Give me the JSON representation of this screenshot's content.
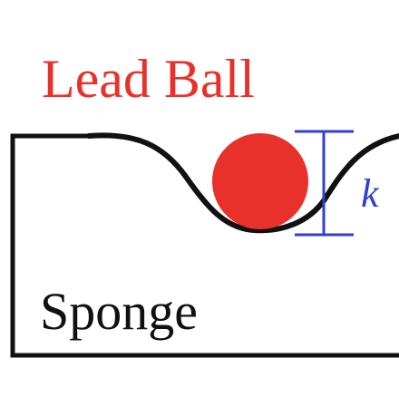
{
  "labels": {
    "ball": "Lead Ball",
    "material": "Sponge",
    "depth_symbol": "k"
  },
  "colors": {
    "ball": "#e8312a",
    "ball_label": "#e8312a",
    "outline": "#111111",
    "depth_marker": "#2f3fd0",
    "background": "#ffffff"
  }
}
